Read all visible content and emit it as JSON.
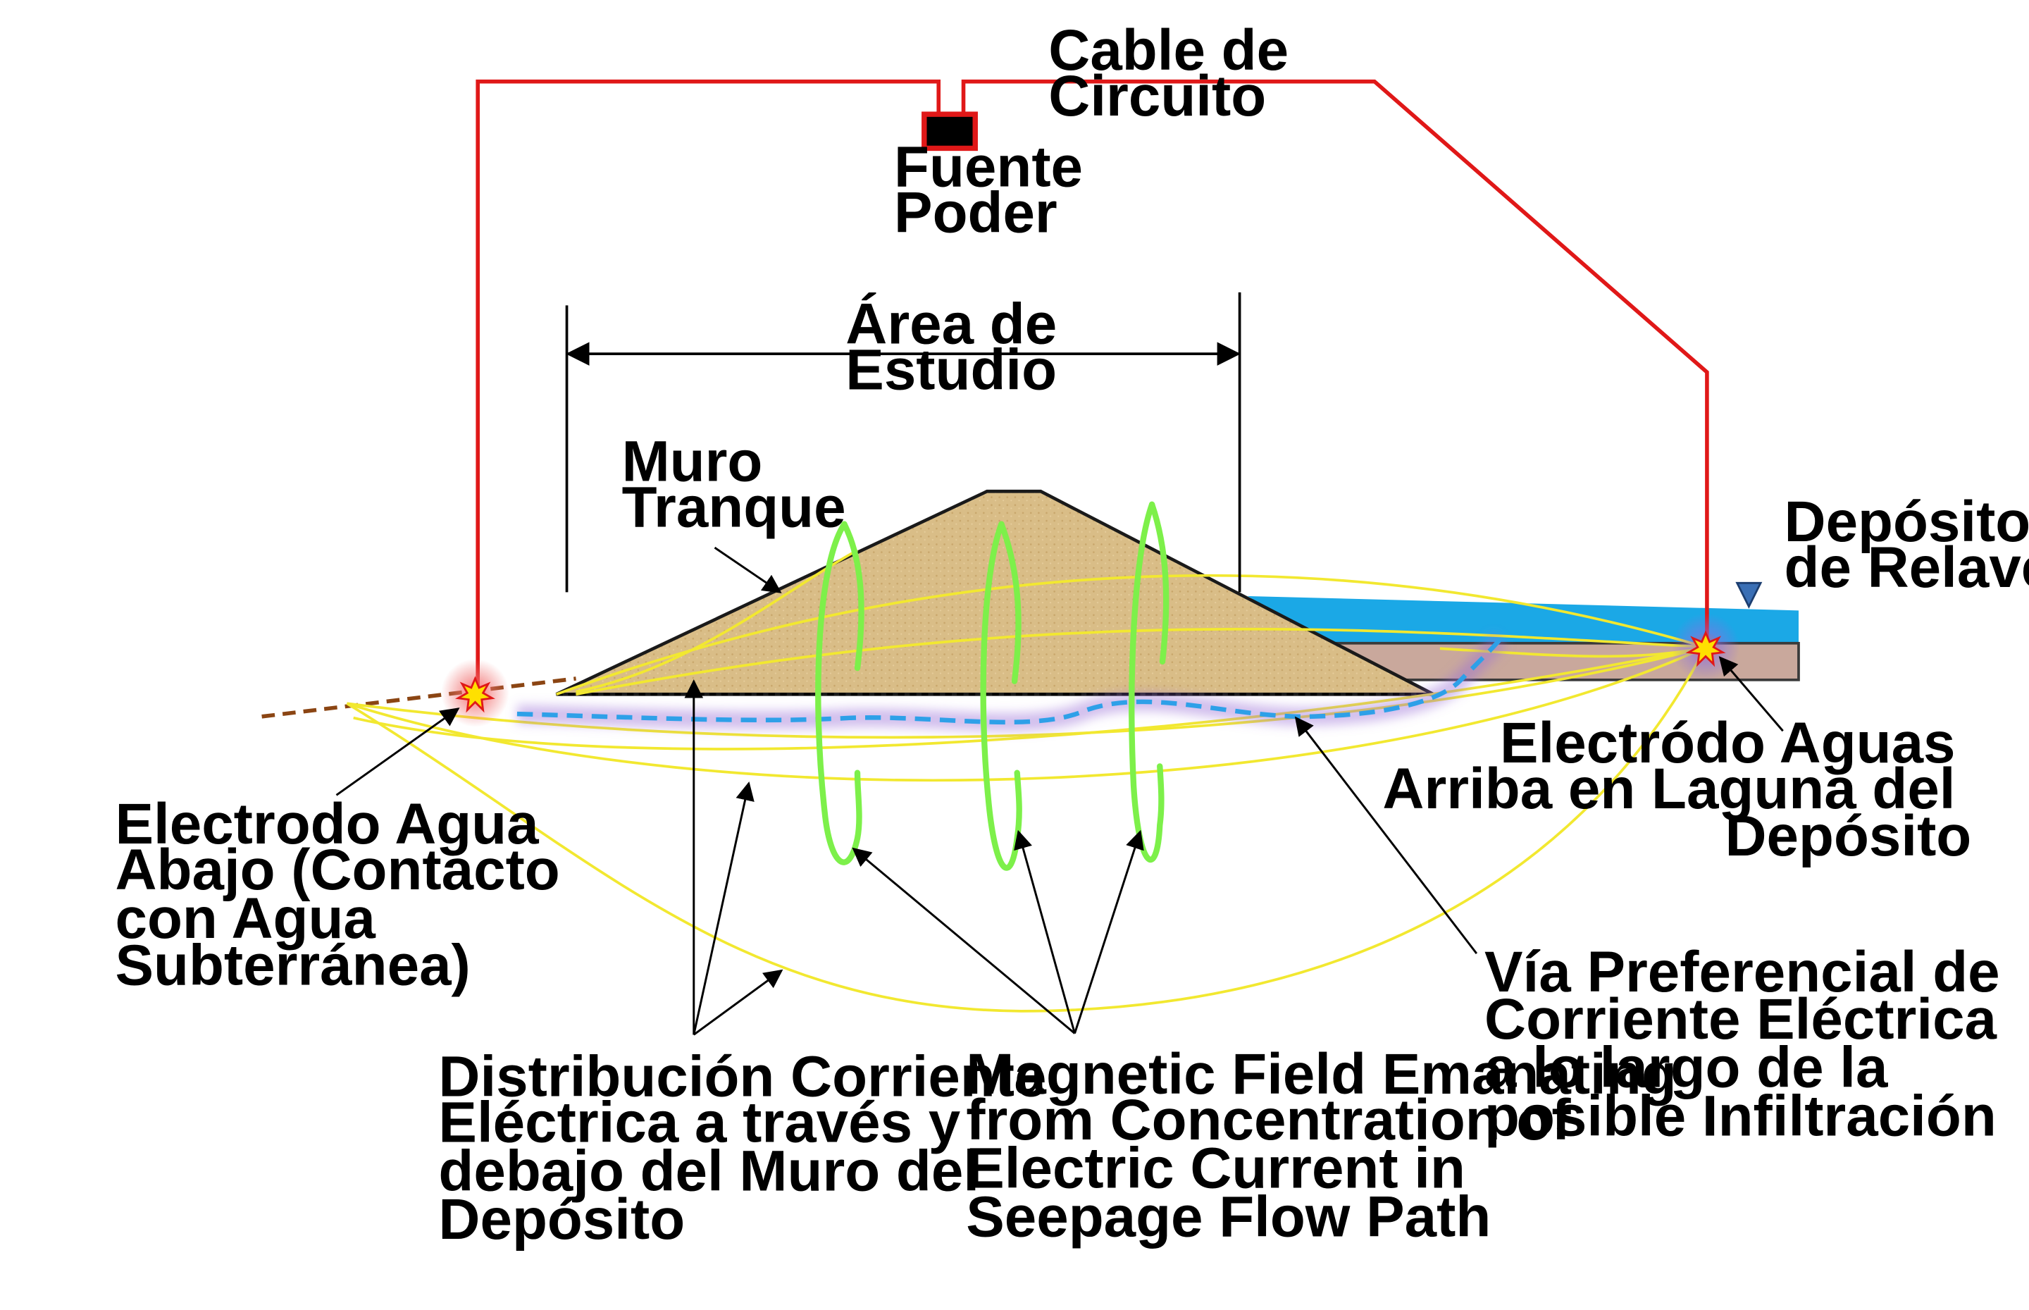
{
  "colors": {
    "circuit": "#e01818",
    "embankment": "#d8bc85",
    "water": "#1ba8e6",
    "tailings": "#c9a89c",
    "current_lines": "#f2e830",
    "magnetic_field": "#7df04a",
    "seepage_path": "#2ea0e8",
    "seepage_glow": "#9a6fd8",
    "ground_line": "#8b4513",
    "electrode_glow": "#f05050"
  },
  "labels": {
    "cable": [
      "Cable de",
      "Circuito"
    ],
    "power_source": [
      "Fuente",
      "Poder"
    ],
    "study_area": [
      "Área de",
      "Estudio"
    ],
    "embankment": [
      "Muro",
      "Tranque"
    ],
    "tailings_deposit": [
      "Depósito",
      "de Relaves"
    ],
    "upstream_electrode": [
      "Electródo Aguas",
      "Arriba en Laguna del",
      "Depósito"
    ],
    "downstream_electrode": [
      "Electrodo Agua",
      "Abajo (Contacto",
      "con Agua",
      "Subterránea)"
    ],
    "current_distribution": [
      "Distribución Corriente",
      "Eléctrica a través y",
      "debajo del Muro del",
      "Depósito"
    ],
    "magnetic_field": [
      "Magnetic Field Emanating",
      "from  Concentration of",
      "Electric Current in",
      "Seepage Flow Path"
    ],
    "preferential_path": [
      "Vía Preferencial de",
      "Corriente Eléctrica",
      "a lo largo de la",
      "posible Infiltración"
    ]
  },
  "icons": {
    "power_source": "battery-icon",
    "water_level": "water-level-triangle-icon",
    "electrodes": "electrode-spark-icon"
  }
}
